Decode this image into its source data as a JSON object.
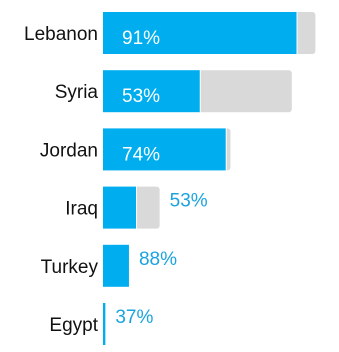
{
  "colors": {
    "bar": "#00aeef",
    "track": "#d9d9d9",
    "label_inside": "#ffffff",
    "label_outside": "#1aa3de",
    "text": "#111111"
  },
  "chart_data": {
    "type": "bar",
    "orientation": "horizontal",
    "categories": [
      "Lebanon",
      "Syria",
      "Jordan",
      "Iraq",
      "Turkey",
      "Egypt"
    ],
    "values": [
      91,
      53,
      74,
      53,
      88,
      37
    ],
    "value_labels": [
      "91%",
      "53%",
      "74%",
      "53%",
      "88%",
      "37%"
    ],
    "bar_fill": [
      0.82,
      0.41,
      0.52,
      0.14,
      0.11,
      0.01
    ],
    "track_fill": [
      0.9,
      0.8,
      0.54,
      0.24,
      0.11,
      0.01
    ],
    "label_inside": [
      true,
      true,
      true,
      false,
      false,
      false
    ],
    "title": "",
    "xlabel": "",
    "ylabel": "",
    "grid": false,
    "legend": "none"
  }
}
